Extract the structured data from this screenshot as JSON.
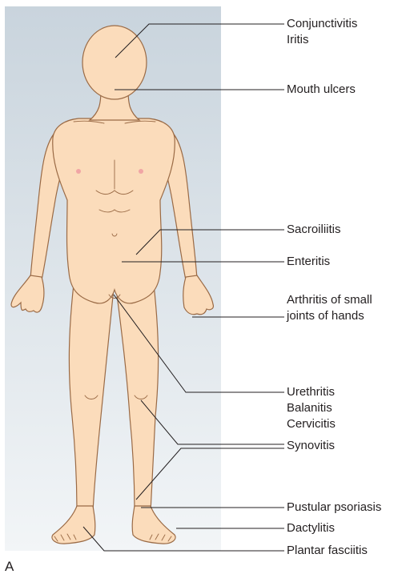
{
  "panel_letter": "A",
  "colors": {
    "background_panel_top": "#c9d4dd",
    "background_panel_bottom": "#f2f5f7",
    "skin": "#fbdcbb",
    "skin_outline": "#9a6a45",
    "leader_line": "#231f20",
    "nipple": "#f0a5a5"
  },
  "labels": [
    {
      "id": "conjunctivitis",
      "lines": [
        "Conjunctivitis",
        "Iritis"
      ]
    },
    {
      "id": "mouth-ulcers",
      "lines": [
        "Mouth ulcers"
      ]
    },
    {
      "id": "sacroiliitis",
      "lines": [
        "Sacroiliitis"
      ]
    },
    {
      "id": "enteritis",
      "lines": [
        "Enteritis"
      ]
    },
    {
      "id": "arthritis",
      "lines": [
        "Arthritis of small",
        "joints of hands"
      ]
    },
    {
      "id": "urethritis",
      "lines": [
        "Urethritis",
        "Balanitis",
        "Cervicitis"
      ]
    },
    {
      "id": "synovitis",
      "lines": [
        "Synovitis"
      ]
    },
    {
      "id": "pustular-psoriasis",
      "lines": [
        "Pustular psoriasis"
      ]
    },
    {
      "id": "dactylitis",
      "lines": [
        "Dactylitis"
      ]
    },
    {
      "id": "plantar-fasciitis",
      "lines": [
        "Plantar fasciitis"
      ]
    }
  ]
}
